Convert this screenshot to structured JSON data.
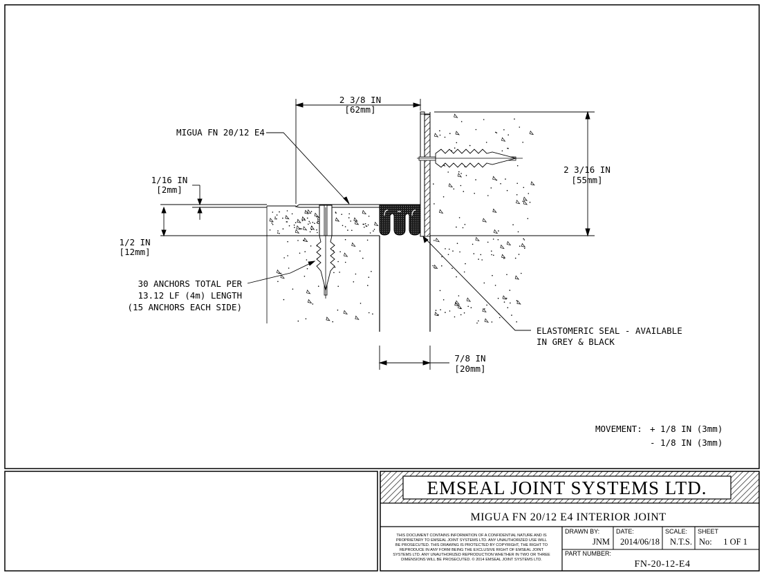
{
  "drawing": {
    "labels": {
      "top_dim_in": "2 3/8 IN",
      "top_dim_mm": "[62mm]",
      "product": "MIGUA FN 20/12 E4",
      "thin_dim_in": "1/16 IN",
      "thin_dim_mm": "[2mm]",
      "half_dim_in": "1/2 IN",
      "half_dim_mm": "[12mm]",
      "right_dim_in": "2 3/16 IN",
      "right_dim_mm": "[55mm]",
      "anchors_line1": "30 ANCHORS TOTAL PER",
      "anchors_line2": "13.12 LF (4m) LENGTH",
      "anchors_line3": "(15 ANCHORS EACH SIDE)",
      "seal_line1": "ELASTOMERIC SEAL - AVAILABLE",
      "seal_line2": "IN GREY & BLACK",
      "gap_dim_in": "7/8 IN",
      "gap_dim_mm": "[20mm]",
      "movement_label": "MOVEMENT:",
      "movement_plus": "+ 1/8 IN (3mm)",
      "movement_minus": "- 1/8 IN (3mm)"
    }
  },
  "title_block": {
    "company": "EMSEAL JOINT SYSTEMS LTD.",
    "title": "MIGUA FN 20/12 E4 INTERIOR JOINT",
    "confidential_lines": [
      "THIS DOCUMENT CONTAINS INFORMATION OF A CONFIDENTIAL NATURE AND IS",
      "PROPRIETARY TO EMSEAL JOINT SYSTEMS LTD. ANY UNAUTHORIZED USE WILL",
      "BE PROSECUTED. THIS DRAWING IS PROTECTED BY COPYRIGHT, THE RIGHT TO",
      "REPRODUCE IN ANY FORM BEING THE EXCLUSIVE RIGHT OF EMSEAL JOINT",
      "SYSTEMS LTD. ANY UNAUTHORIZED REPRODUCTION WHETHER IN TWO OR THREE",
      "DIMENSIONS WILL BE PROSECUTED. © 2014 EMSEAL JOINT SYSTEMS LTD."
    ],
    "drawn_by_label": "DRAWN BY:",
    "drawn_by": "JNM",
    "date_label": "DATE:",
    "date": "2014/06/18",
    "scale_label": "SCALE:",
    "scale": "N.T.S.",
    "sheet_label": "SHEET",
    "sheet_no_label": "No:",
    "sheet": "1 OF 1",
    "part_number_label": "PART NUMBER:",
    "part_number": "FN-20-12-E4"
  },
  "colors": {
    "ink": "#000000",
    "paper": "#ffffff"
  }
}
